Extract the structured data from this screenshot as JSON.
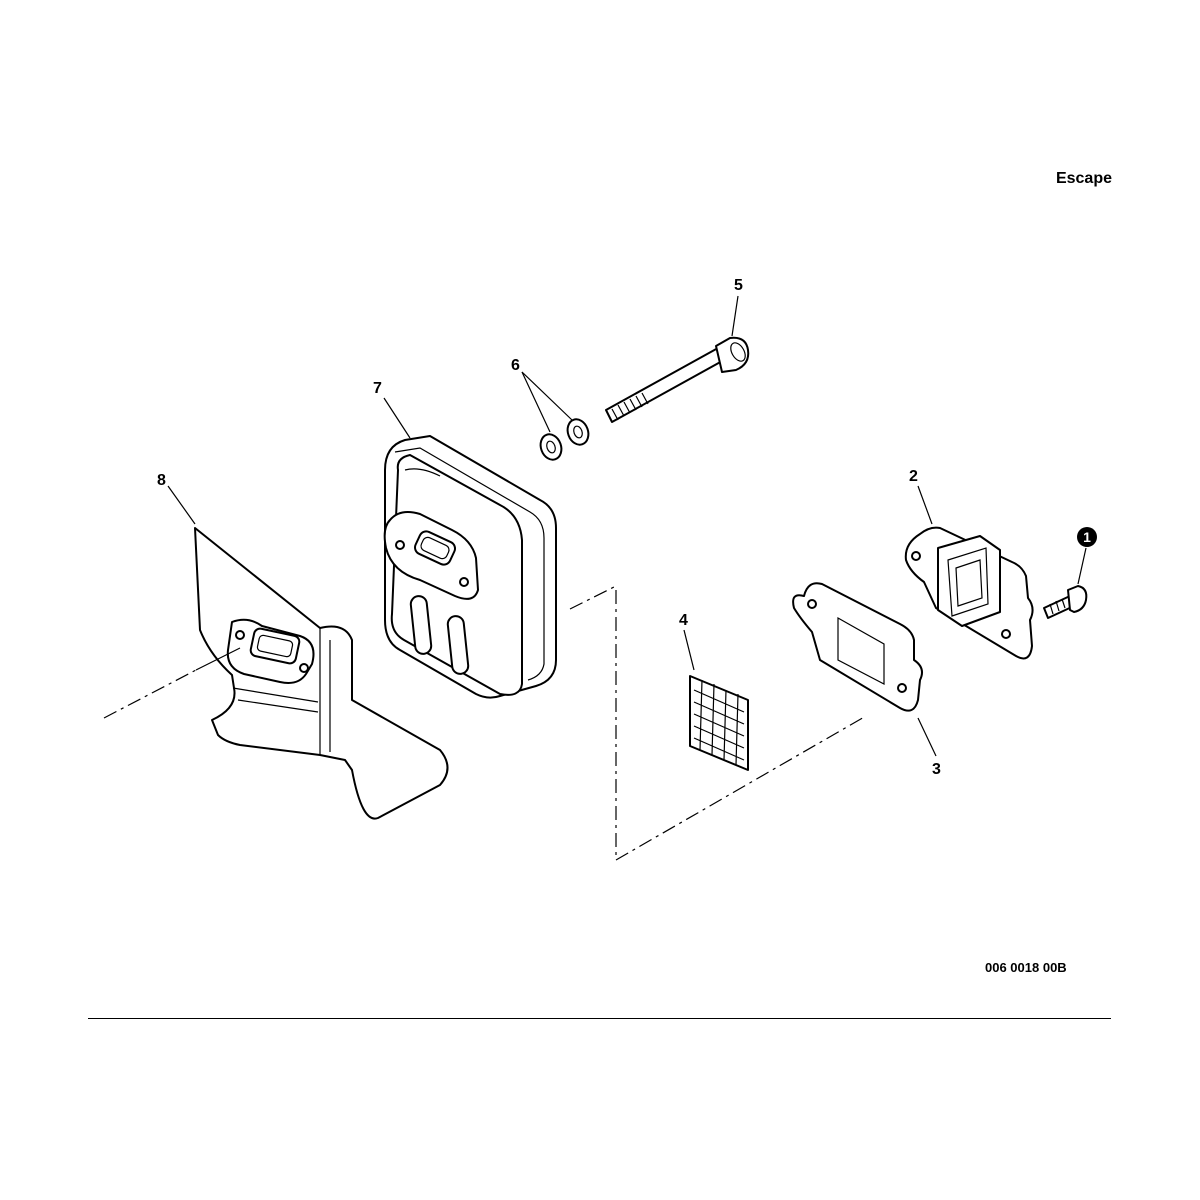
{
  "header": {
    "section_title": "Escape"
  },
  "callouts": {
    "p1": "1",
    "p2": "2",
    "p3": "3",
    "p4": "4",
    "p5": "5",
    "p6": "6",
    "p7": "7",
    "p8": "8"
  },
  "footer": {
    "reference_code": "006 0018 00B"
  },
  "parts": [
    {
      "callout": "1",
      "name": "screw"
    },
    {
      "callout": "2",
      "name": "exhaust-flange"
    },
    {
      "callout": "3",
      "name": "gasket"
    },
    {
      "callout": "4",
      "name": "spark-arrestor-screen"
    },
    {
      "callout": "5",
      "name": "bolt"
    },
    {
      "callout": "6",
      "name": "washers"
    },
    {
      "callout": "7",
      "name": "muffler"
    },
    {
      "callout": "8",
      "name": "heat-shield"
    }
  ]
}
